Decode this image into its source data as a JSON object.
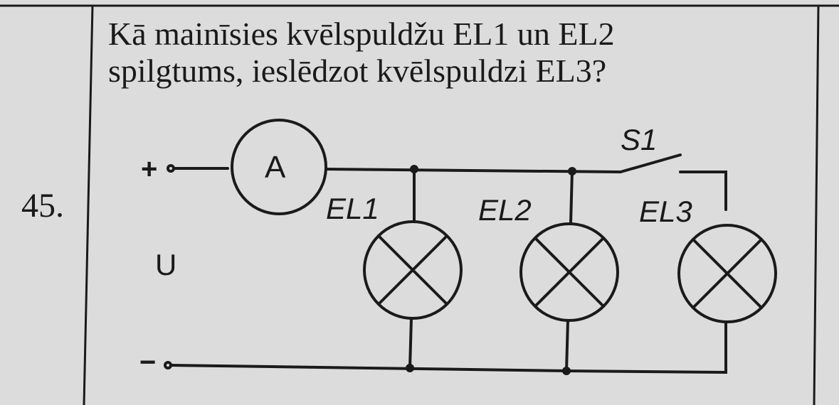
{
  "question": {
    "number": "45.",
    "line1": "Kā mainīsies kvēlspuldžu EL1 un EL2",
    "line2": "spilgtums, ieslēdzot kvēlspuldzi EL3?"
  },
  "circuit": {
    "terminal_plus": "+",
    "terminal_minus": "−",
    "voltage_label": "U",
    "ammeter_label": "A",
    "switch_label": "S1",
    "lamp_labels": [
      "EL1",
      "EL2",
      "EL3"
    ]
  },
  "colors": {
    "ink": "#1a1a1a",
    "paper": "#dcdcdc"
  }
}
